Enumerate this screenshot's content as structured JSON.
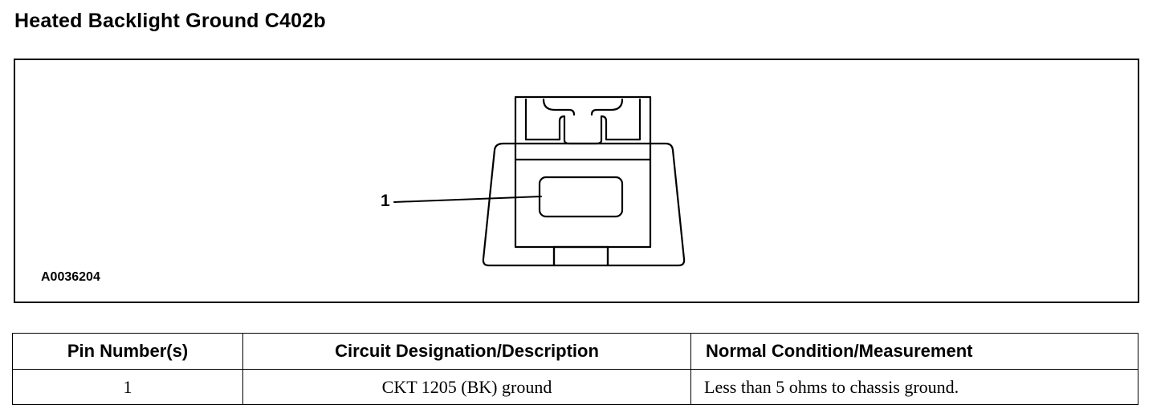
{
  "title": "Heated Backlight Ground C402b",
  "figure": {
    "id_label": "A0036204",
    "pin_callout": "1"
  },
  "table": {
    "headers": [
      "Pin Number(s)",
      "Circuit Designation/Description",
      "Normal Condition/Measurement"
    ],
    "rows": [
      {
        "pin": "1",
        "circuit": "CKT 1205 (BK) ground",
        "measurement": "Less than 5 ohms to chassis ground."
      }
    ]
  }
}
